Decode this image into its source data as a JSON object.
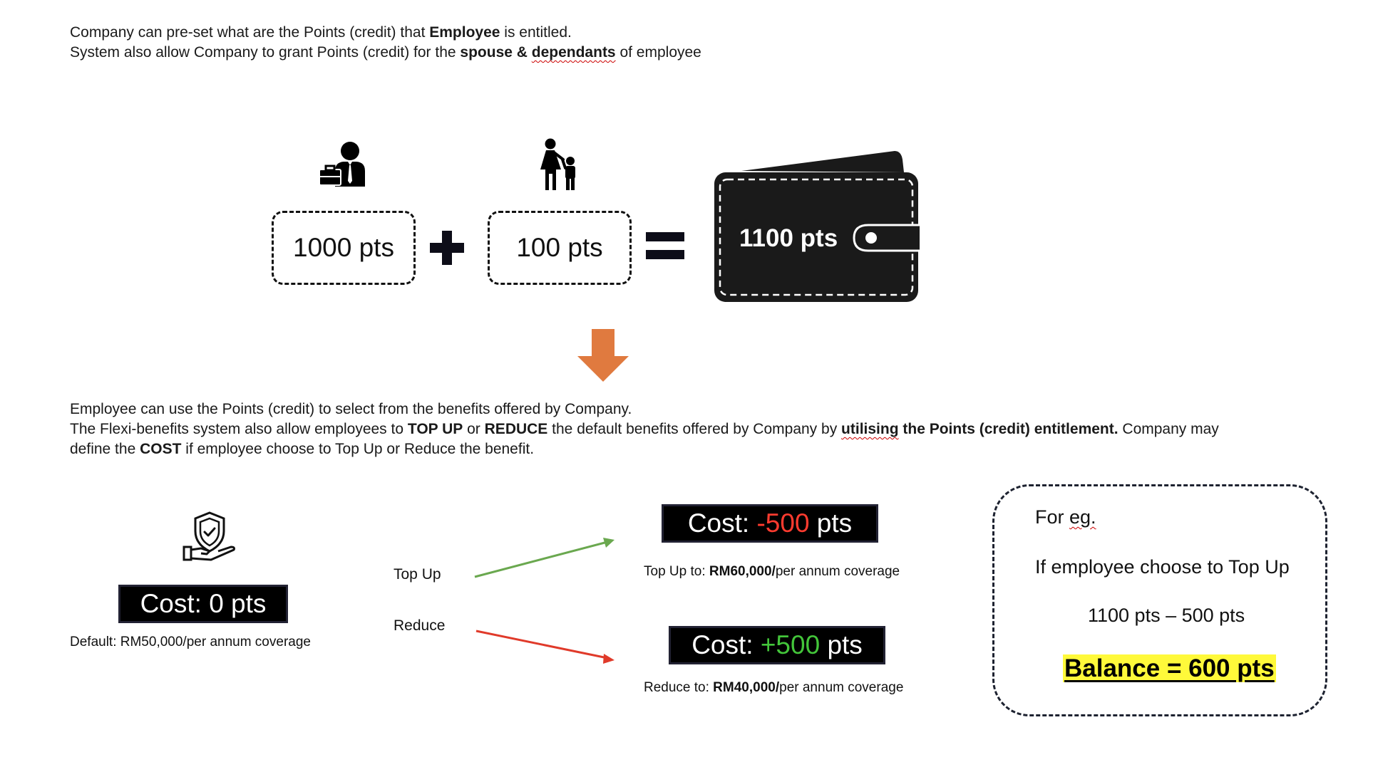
{
  "intro": {
    "line1_pre": "Company can pre-set what are the Points (credit) that ",
    "line1_bold": "Employee",
    "line1_post": " is entitled.",
    "line2_pre": "System also allow Company to grant Points (credit) for the ",
    "line2_bold1": "spouse & ",
    "line2_bold2": "dependants",
    "line2_post": " of employee"
  },
  "equation": {
    "employee_points": "1000 pts",
    "dependant_points": "100 pts",
    "wallet_total": "1100 pts",
    "icons": [
      "employee-icon",
      "plus-icon",
      "family-icon",
      "equals-icon",
      "wallet-icon",
      "down-arrow-icon"
    ]
  },
  "benefits_text": {
    "line1": "Employee can use the Points (credit) to select from the benefits offered by Company.",
    "line2_a": "The Flexi-benefits system also allow employees to ",
    "line2_b": "TOP UP",
    "line2_c": " or  ",
    "line2_d": "REDUCE",
    "line2_e": " the default benefits offered by Company by ",
    "line2_f": "utilising",
    "line2_g": " the Points (credit) entitlement.",
    "line2_h": " Company may",
    "line3_a": "define the ",
    "line3_b": "COST",
    "line3_c": " if employee choose to Top Up or Reduce the benefit."
  },
  "default_benefit": {
    "cost_label": "Cost: 0 pts",
    "note_pre": "Default: RM50,000/per annum coverage"
  },
  "options": {
    "topup_label": "Top Up",
    "reduce_label": "Reduce",
    "topup_cost_pre": "Cost: ",
    "topup_cost_value": "-500",
    "topup_cost_post": " pts",
    "topup_note_pre": "Top Up to: ",
    "topup_note_bold": "RM60,000/",
    "topup_note_post": "per annum coverage",
    "reduce_cost_pre": "Cost: ",
    "reduce_cost_value": "+500",
    "reduce_cost_post": " pts",
    "reduce_note_pre": "Reduce to: ",
    "reduce_note_bold": "RM40,000/",
    "reduce_note_post": "per annum coverage"
  },
  "example": {
    "heading_pre": "For ",
    "heading_eg": "eg.",
    "line1": "If employee choose to Top Up",
    "line2": "1100 pts – 500 pts",
    "balance": "Balance = 600 pts"
  },
  "colors": {
    "arrow_down": "#e07a3f",
    "topup_arrow": "#6aa84f",
    "reduce_arrow": "#e03a2a",
    "negative_cost": "#ff3b2f",
    "positive_cost": "#43c53a",
    "balance_highlight": "#fff93a"
  }
}
